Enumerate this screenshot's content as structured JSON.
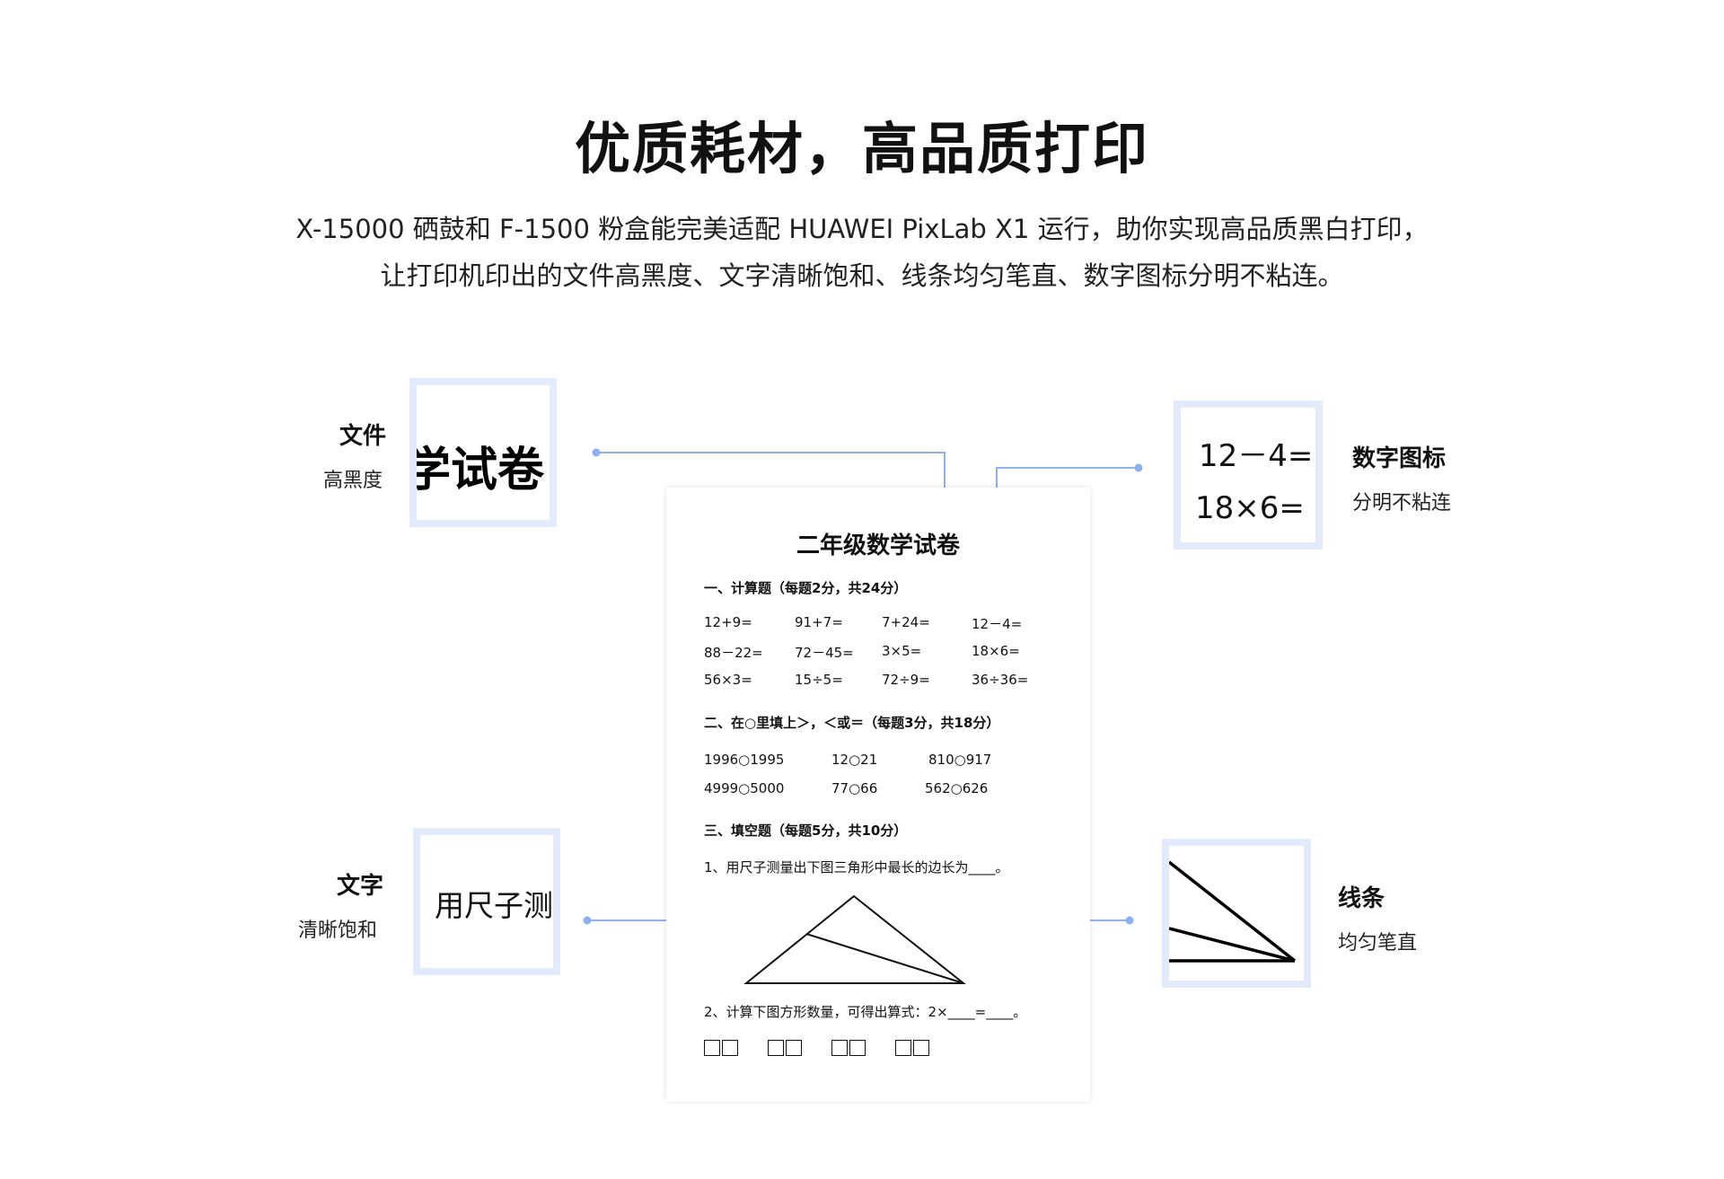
{
  "headline": "优质耗材，高品质打印",
  "description": {
    "line1": "X-15000 硒鼓和 F-1500 粉盒能完美适配 HUAWEI PixLab X1 运行，助你实现高品质黑白打印，",
    "line2": "让打印机印出的文件高黑度、文字清晰饱和、线条均匀笔直、数字图标分明不粘连。"
  },
  "callouts": {
    "document": {
      "title": "文件",
      "subtitle": "高黑度",
      "zoom_text": "学试卷"
    },
    "numbers": {
      "title": "数字图标",
      "subtitle": "分明不粘连",
      "zoom_line1": "12－4=",
      "zoom_line2": "18×6="
    },
    "text": {
      "title": "文字",
      "subtitle": "清晰饱和",
      "zoom_text": "用尺子测"
    },
    "lines": {
      "title": "线条",
      "subtitle": "均匀笔直"
    }
  },
  "paper": {
    "title": "二年级数学试卷",
    "section1": {
      "heading": "一、计算题（每题2分，共24分）",
      "rows": [
        [
          "12+9=",
          "91+7=",
          "7+24=",
          "12－4="
        ],
        [
          "88－22=",
          "72－45=",
          "3×5=",
          "18×6="
        ],
        [
          "56×3=",
          "15÷5=",
          "72÷9=",
          "36÷36="
        ]
      ]
    },
    "section2": {
      "heading": "二、在○里填上＞，＜或＝（每题3分，共18分）",
      "rows": [
        [
          "1996○1995",
          "12○21",
          "810○917"
        ],
        [
          "4999○5000",
          "77○66",
          "562○626"
        ]
      ]
    },
    "section3": {
      "heading": "三、填空题（每题5分，共10分）",
      "q1": "1、用尺子测量出下图三角形中最长的边长为____。",
      "q2": "2、计算下图方形数量，可得出算式：2×____=____。"
    }
  },
  "colors": {
    "accent_line": "#8fb0f0",
    "frame": "#e3eafb"
  }
}
